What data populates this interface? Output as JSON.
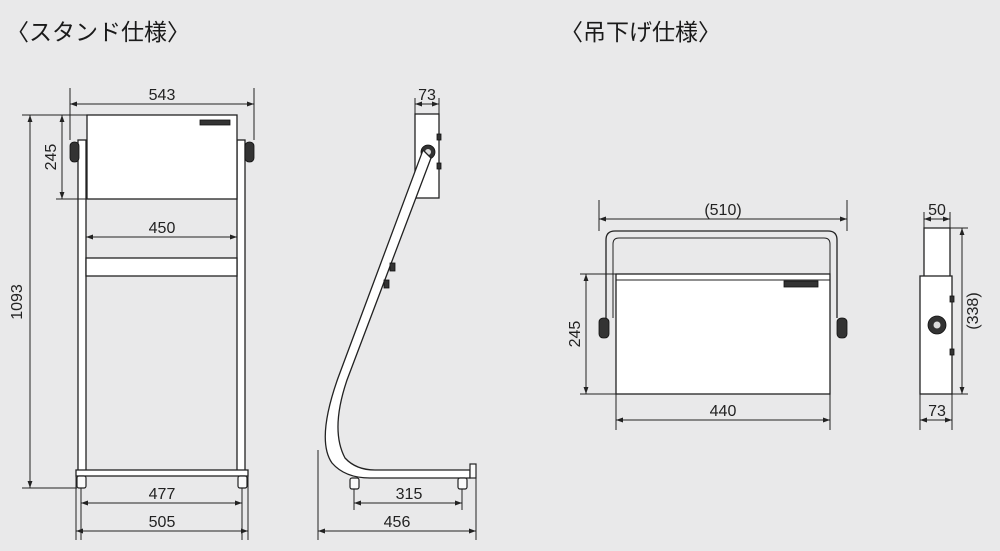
{
  "titles": {
    "stand": "〈スタンド仕様〉",
    "hanging": "〈吊下げ仕様〉"
  },
  "dims": {
    "stand_front_width": "543",
    "stand_front_height_upper": "245",
    "stand_front_inner_width": "450",
    "stand_front_total_height": "1093",
    "stand_front_base_inner": "477",
    "stand_front_base_outer": "505",
    "stand_side_top": "73",
    "stand_side_base_inner": "315",
    "stand_side_base_outer": "456",
    "hang_front_width": "(510)",
    "hang_front_height": "245",
    "hang_front_body_width": "440",
    "hang_side_top": "50",
    "hang_side_height": "(338)",
    "hang_side_bottom": "73"
  },
  "colors": {
    "background": "#e9e9ea",
    "line": "#222222"
  }
}
